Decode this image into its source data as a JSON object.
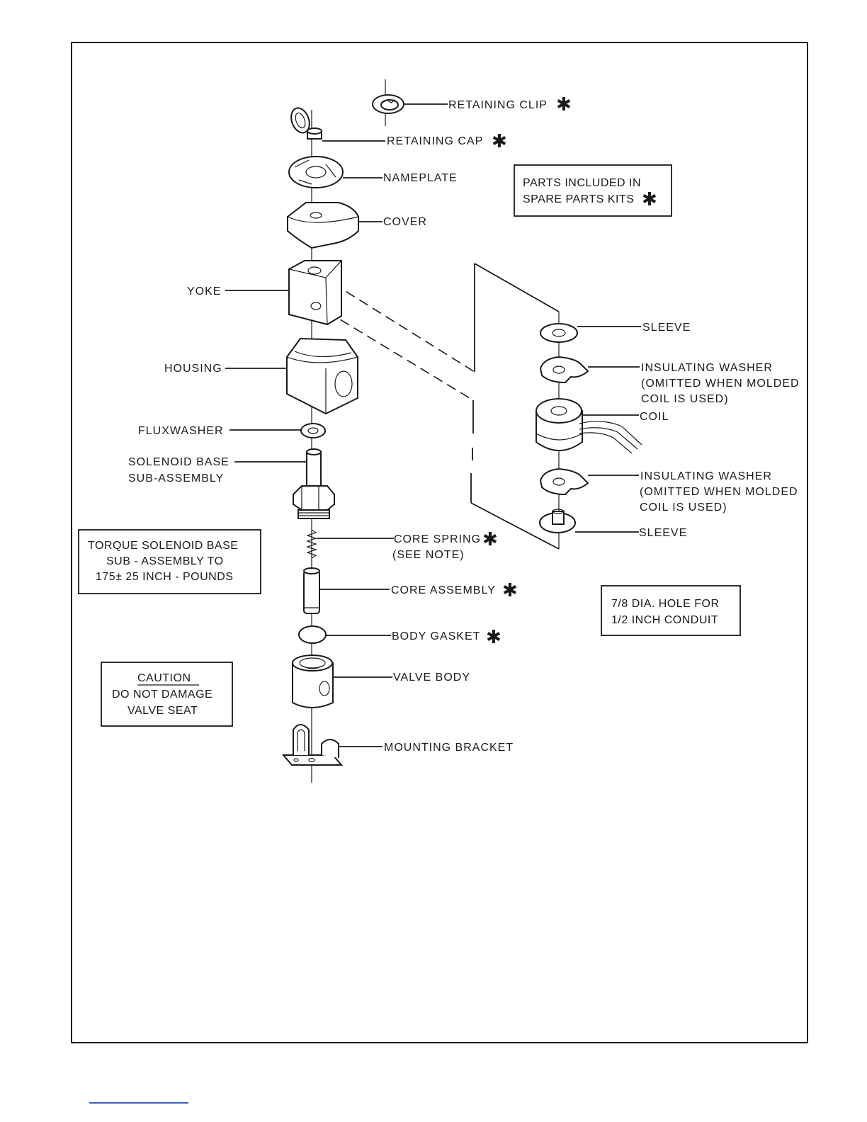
{
  "kit_note": {
    "line1": "PARTS INCLUDED IN",
    "line2": "SPARE PARTS KITS",
    "mark": "✱"
  },
  "torque_note": {
    "line1": "TORQUE SOLENOID BASE",
    "line2": "SUB - ASSEMBLY TO",
    "line3": "175± 25 INCH - POUNDS"
  },
  "caution_note": {
    "heading": "CAUTION",
    "line1": "DO NOT DAMAGE",
    "line2": "VALVE SEAT"
  },
  "conduit_note": {
    "line1": "7/8 DIA. HOLE FOR",
    "line2": "1/2 INCH CONDUIT"
  },
  "labels": {
    "retaining_clip": "RETAINING CLIP",
    "retaining_cap": "RETAINING CAP",
    "nameplate": "NAMEPLATE",
    "cover": "COVER",
    "yoke": "YOKE",
    "housing": "HOUSING",
    "fluxwasher": "FLUXWASHER",
    "solenoid_base_1": "SOLENOID BASE",
    "solenoid_base_2": "SUB-ASSEMBLY",
    "core_spring": "CORE SPRING",
    "core_spring_note": "(SEE NOTE)",
    "core_assembly": "CORE ASSEMBLY",
    "body_gasket": "BODY GASKET",
    "valve_body": "VALVE BODY",
    "mounting_bracket": "MOUNTING BRACKET",
    "sleeve_top": "SLEEVE",
    "insulating_washer_top_1": "INSULATING WASHER",
    "insulating_washer_top_2": "(OMITTED WHEN MOLDED",
    "insulating_washer_top_3": "COIL  IS USED)",
    "coil": "COIL",
    "insulating_washer_bottom_1": "INSULATING WASHER",
    "insulating_washer_bottom_2": "(OMITTED WHEN MOLDED",
    "insulating_washer_bottom_3": "COIL IS USED)",
    "sleeve_bottom": "SLEEVE"
  }
}
